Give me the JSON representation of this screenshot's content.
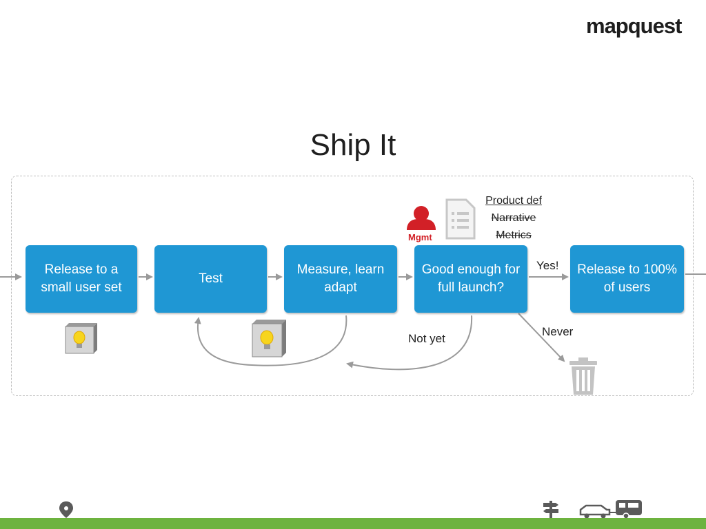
{
  "brand": {
    "logo_text": "mapquest"
  },
  "slide": {
    "title": "Ship It"
  },
  "steps": [
    {
      "label": "Release to a small user set"
    },
    {
      "label": "Test"
    },
    {
      "label": "Measure, learn adapt"
    },
    {
      "label": "Good enough for full launch?"
    },
    {
      "label": "Release to 100% of users"
    }
  ],
  "edges": {
    "yes": "Yes!",
    "not_yet": "Not yet",
    "never": "Never"
  },
  "stakeholder": {
    "label": "Mgmt"
  },
  "doc_notes": {
    "product_def": "Product def",
    "narrative": "Narrative",
    "metrics": "Metrics"
  },
  "colors": {
    "step_box": "#1f97d4",
    "mgmt": "#d22027",
    "footer_bar": "#6db33f",
    "idea_bulb": "#f7d51d"
  },
  "icons": [
    "person-icon",
    "document-icon",
    "lightbulb-cube-icon",
    "trash-icon",
    "map-pin-icon",
    "signpost-icon",
    "car-icon",
    "camper-icon"
  ]
}
